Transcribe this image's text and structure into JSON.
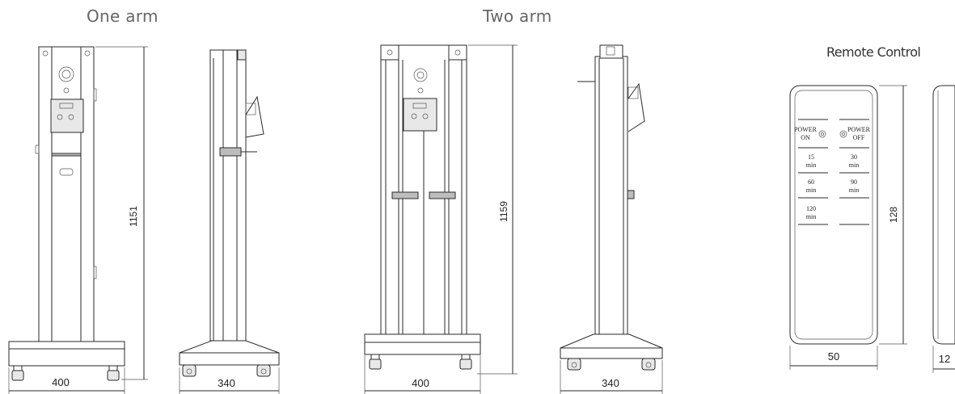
{
  "headings": {
    "one_arm": "One arm",
    "two_arm": "Two arm",
    "remote": "Remote Control"
  },
  "dimensions": {
    "one_arm_height": "1151",
    "one_arm_width": "400",
    "one_arm_depth": "340",
    "two_arm_height": "1159",
    "two_arm_width": "400",
    "two_arm_depth": "340",
    "remote_height": "128",
    "remote_width": "50",
    "remote_depth": "12"
  },
  "remote_buttons": {
    "power_on": [
      "POWER",
      "ON"
    ],
    "power_off": [
      "POWER",
      "OFF"
    ],
    "t15": [
      "15",
      "min"
    ],
    "t30": [
      "30",
      "min"
    ],
    "t60": [
      "60",
      "min"
    ],
    "t90": [
      "90",
      "min"
    ],
    "t120": [
      "120",
      "min"
    ]
  },
  "colors": {
    "line": "#2a2a2a",
    "heading": "#666666"
  }
}
